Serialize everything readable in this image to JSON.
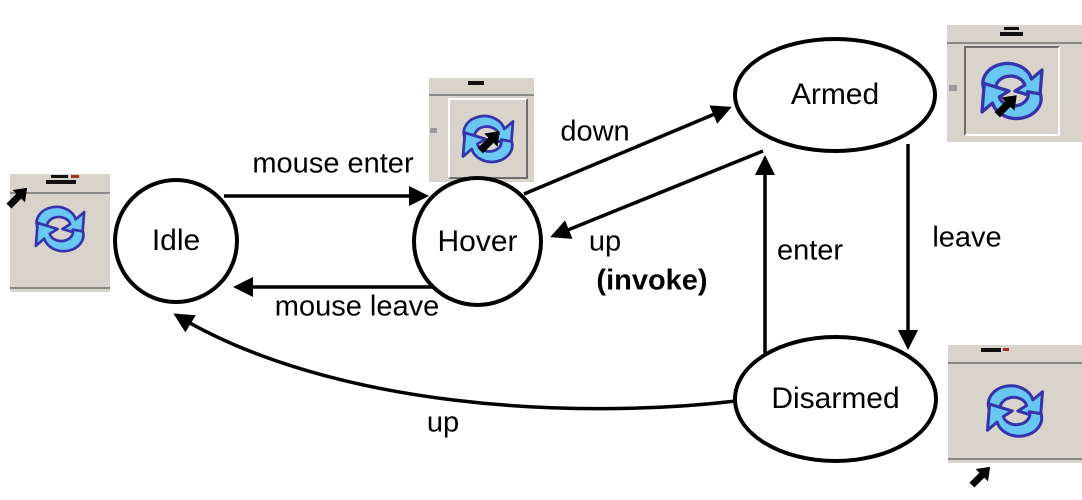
{
  "diagram": {
    "type": "state-machine",
    "states": [
      {
        "id": "idle",
        "label": "Idle",
        "shape": "circle"
      },
      {
        "id": "hover",
        "label": "Hover",
        "shape": "circle"
      },
      {
        "id": "armed",
        "label": "Armed",
        "shape": "ellipse"
      },
      {
        "id": "disarmed",
        "label": "Disarmed",
        "shape": "ellipse"
      }
    ],
    "transitions": [
      {
        "from": "Idle",
        "to": "Hover",
        "label": "mouse enter"
      },
      {
        "from": "Hover",
        "to": "Idle",
        "label": "mouse leave"
      },
      {
        "from": "Hover",
        "to": "Armed",
        "label": "down"
      },
      {
        "from": "Armed",
        "to": "Hover",
        "label": "up",
        "sublabel": "(invoke)"
      },
      {
        "from": "Disarmed",
        "to": "Armed",
        "label": "enter"
      },
      {
        "from": "Armed",
        "to": "Disarmed",
        "label": "leave"
      },
      {
        "from": "Disarmed",
        "to": "Idle",
        "label": "up"
      }
    ],
    "icons": [
      {
        "name": "toolbar-refresh-button-screenshot",
        "state": "idle",
        "bevel": "flat",
        "cursor": "outside-top-left"
      },
      {
        "name": "toolbar-refresh-button-screenshot",
        "state": "hover",
        "bevel": "raised",
        "cursor": "over-button"
      },
      {
        "name": "toolbar-refresh-button-screenshot",
        "state": "armed",
        "bevel": "sunken",
        "cursor": "over-button"
      },
      {
        "name": "toolbar-refresh-button-screenshot",
        "state": "disarmed",
        "bevel": "flat",
        "cursor": "outside-bottom"
      }
    ],
    "colors": {
      "node_outline": "#000000",
      "arrow": "#000000",
      "refresh_icon_fill": "#69c7f2",
      "refresh_icon_outline": "#3733ab",
      "toolbar_bg": "#d8d4cb",
      "toolbar_line": "#8a8a8a",
      "background": "#ffffff"
    }
  }
}
